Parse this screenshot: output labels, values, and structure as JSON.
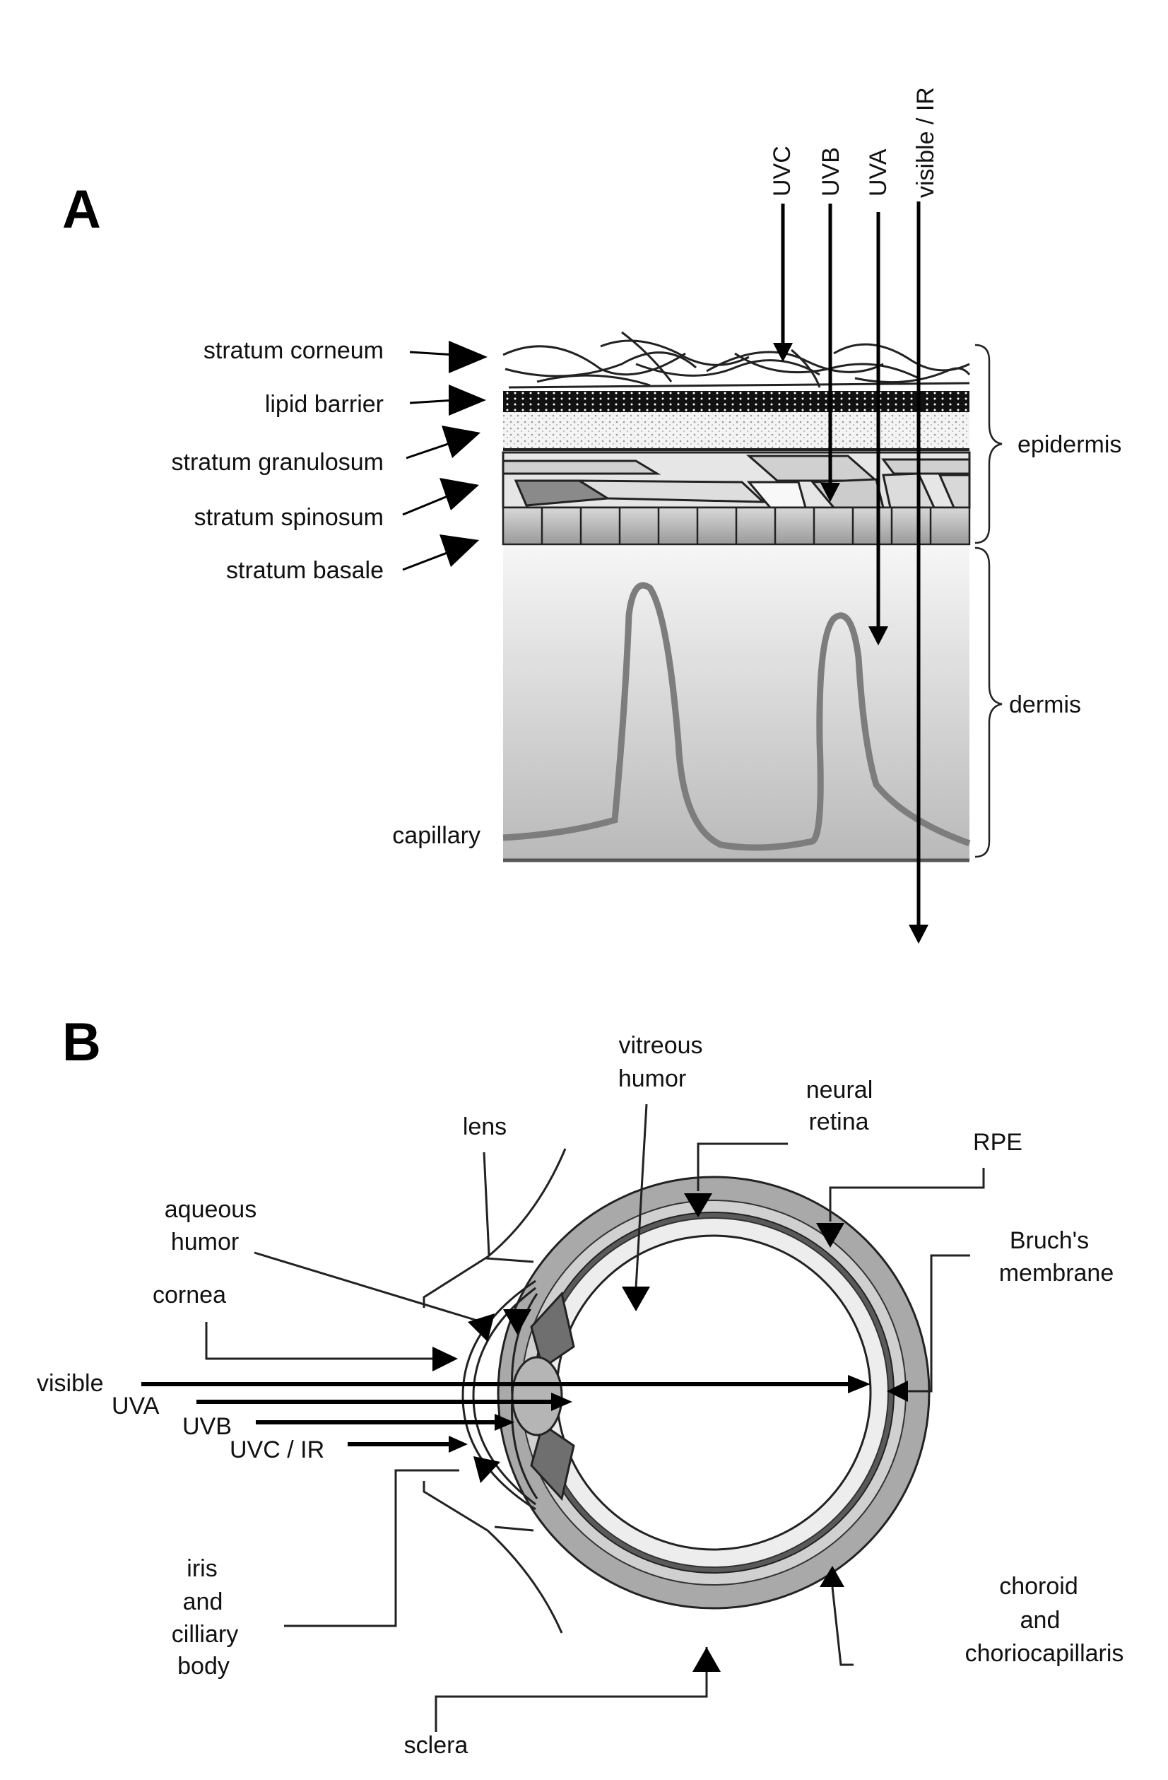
{
  "panel_a": {
    "letter": "A",
    "radiation": [
      "UVC",
      "UVB",
      "UVA",
      "visible / IR"
    ],
    "layers": {
      "stratum_corneum": "stratum corneum",
      "lipid_barrier": "lipid barrier",
      "stratum_granulosum": "stratum granulosum",
      "stratum_spinosum": "stratum spinosum",
      "stratum_basale": "stratum basale",
      "capillary": "capillary"
    },
    "regions": {
      "epidermis": "epidermis",
      "dermis": "dermis"
    }
  },
  "panel_b": {
    "letter": "B",
    "vitreous": [
      "vitreous",
      "humor"
    ],
    "neural_retina": [
      "neural",
      "retina"
    ],
    "lens": "lens",
    "rpe": "RPE",
    "aqueous": [
      "aqueous",
      "humor"
    ],
    "bruchs": [
      "Bruch's",
      "membrane"
    ],
    "cornea": "cornea",
    "rays": {
      "visible": "visible",
      "uva": "UVA",
      "uvb": "UVB",
      "uvc_ir": "UVC / IR"
    },
    "iris": [
      "iris",
      "and",
      "cilliary",
      "body"
    ],
    "choroid": [
      "choroid",
      "and",
      "choriocapillaris"
    ],
    "sclera": "sclera"
  }
}
